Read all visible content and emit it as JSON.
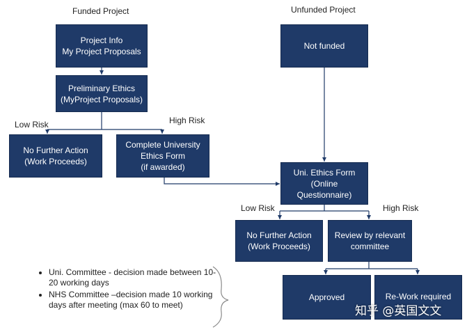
{
  "headers": {
    "funded": "Funded Project",
    "unfunded": "Unfunded Project"
  },
  "risk_labels": {
    "funded_low": "Low Risk",
    "funded_high": "High Risk",
    "unfunded_low": "Low Risk",
    "unfunded_high": "High Risk"
  },
  "boxes": {
    "project_info": [
      "Project Info",
      "My Project Proposals"
    ],
    "preliminary_ethics": [
      "Preliminary Ethics",
      "(MyProject Proposals)"
    ],
    "no_action_funded": [
      "No Further Action",
      "(Work Proceeds)"
    ],
    "complete_uni_ethics": [
      "Complete University",
      "Ethics Form",
      "(if awarded)"
    ],
    "not_funded": [
      "Not funded"
    ],
    "uni_ethics_form": [
      "Uni. Ethics Form",
      "(Online",
      "Questionnaire)"
    ],
    "no_action_unfunded": [
      "No Further Action",
      "(Work Proceeds)"
    ],
    "review_committee": [
      "Review by relevant",
      "committee"
    ],
    "approved": [
      "Approved"
    ],
    "rework": [
      "Re-Work required"
    ]
  },
  "notes": [
    "Uni. Committee - decision made between 10-20 working days",
    "NHS Committee –decision made 10 working days after meeting (max 60 to meet)"
  ],
  "watermark": "知乎 @英国文文",
  "colors": {
    "box_fill": "#1f3a68",
    "box_text": "#ffffff",
    "connector": "#1f3a68",
    "brace": "#8a8a8a"
  }
}
